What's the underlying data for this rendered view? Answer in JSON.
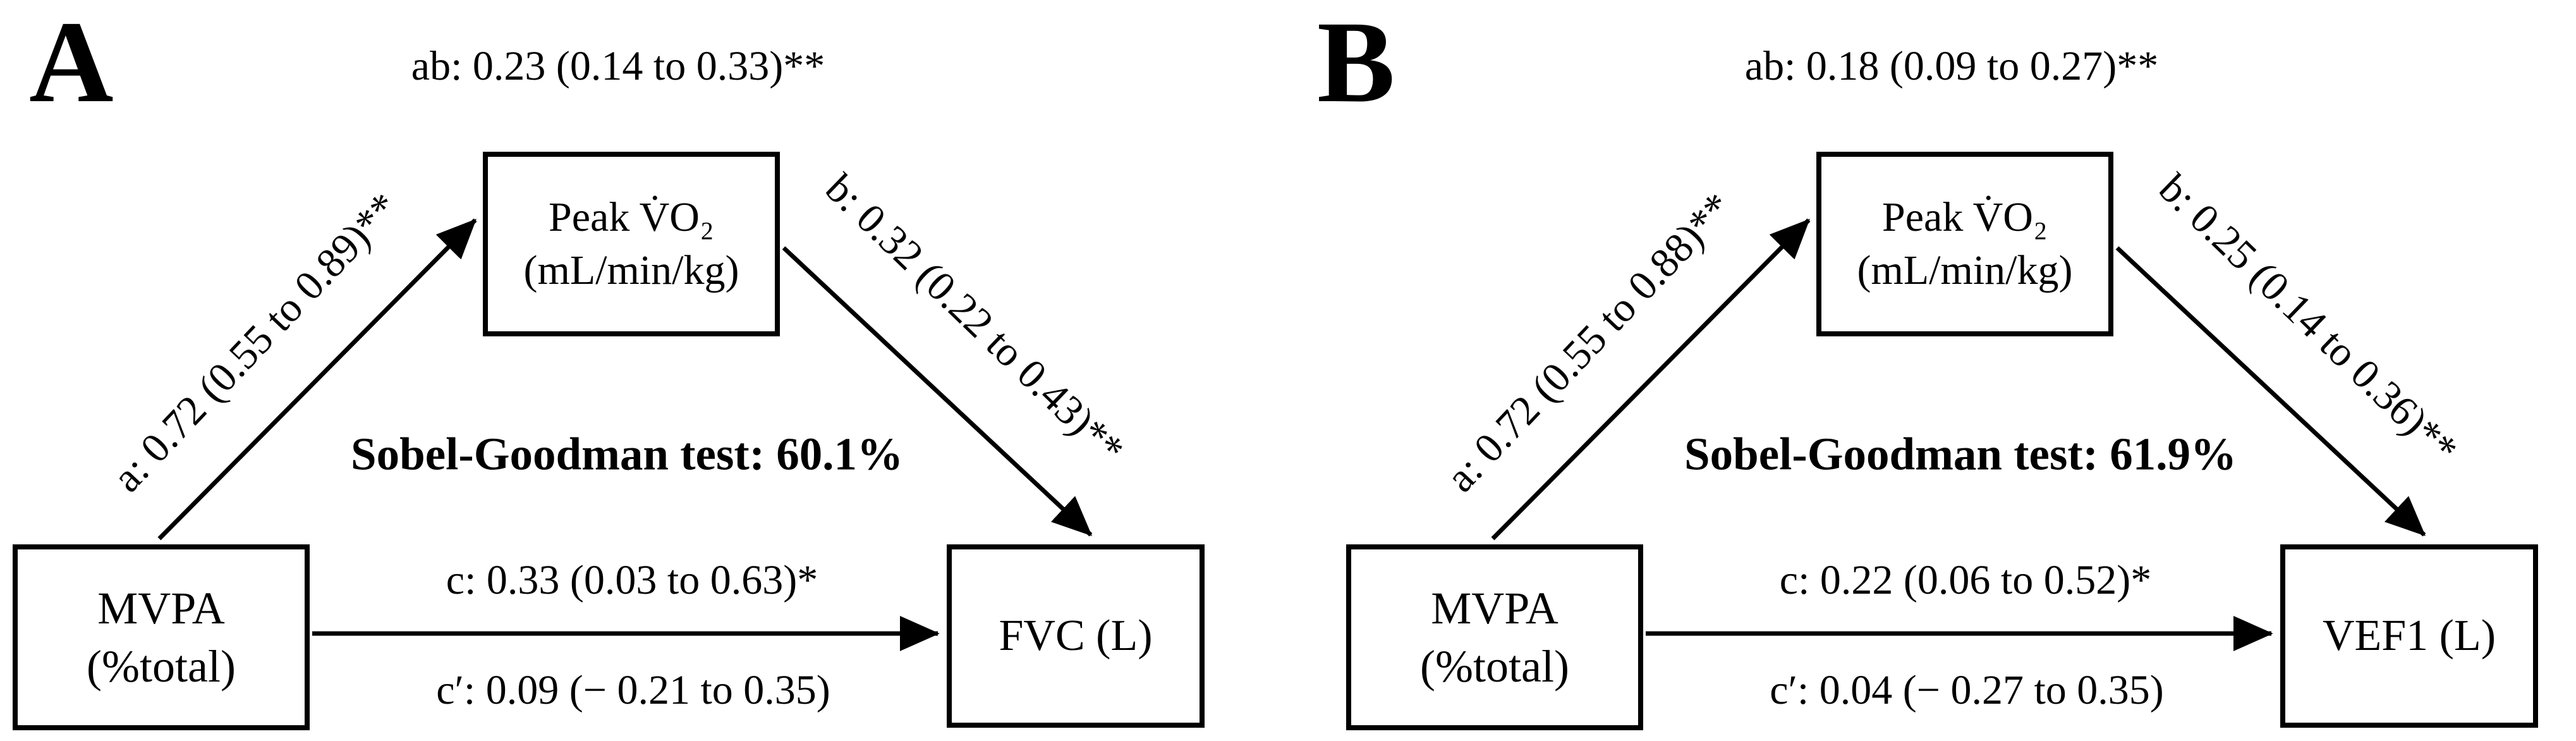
{
  "figure": {
    "background_color": "#ffffff",
    "ink_color": "#000000",
    "panels": [
      {
        "letter": "A",
        "indirect_effect": "ab: 0.23 (0.14 to 0.33)**",
        "mediator": {
          "line1": "Peak V̇O₂",
          "line2": "(mL/min/kg)"
        },
        "path_a": "a: 0.72 (0.55 to 0.89)**",
        "path_b": "b: 0.32 (0.22 to 0.43)**",
        "sobel_test": "Sobel-Goodman test: 60.1%",
        "exposure": {
          "line1": "MVPA",
          "line2": "(%total)"
        },
        "path_c": "c: 0.33 (0.03 to 0.63)*",
        "path_c_prime": "c′: 0.09 (− 0.21 to 0.35)",
        "outcome": "FVC (L)"
      },
      {
        "letter": "B",
        "indirect_effect": "ab: 0.18 (0.09 to 0.27)**",
        "mediator": {
          "line1": "Peak V̇O₂",
          "line2": "(mL/min/kg)"
        },
        "path_a": "a: 0.72 (0.55 to 0.88)**",
        "path_b": "b: 0.25 (0.14 to 0.36)**",
        "sobel_test": "Sobel-Goodman test: 61.9%",
        "exposure": {
          "line1": "MVPA",
          "line2": "(%total)"
        },
        "path_c": "c: 0.22 (0.06 to 0.52)*",
        "path_c_prime": "c′: 0.04 (− 0.27 to 0.35)",
        "outcome": "VEF1 (L)"
      }
    ]
  }
}
